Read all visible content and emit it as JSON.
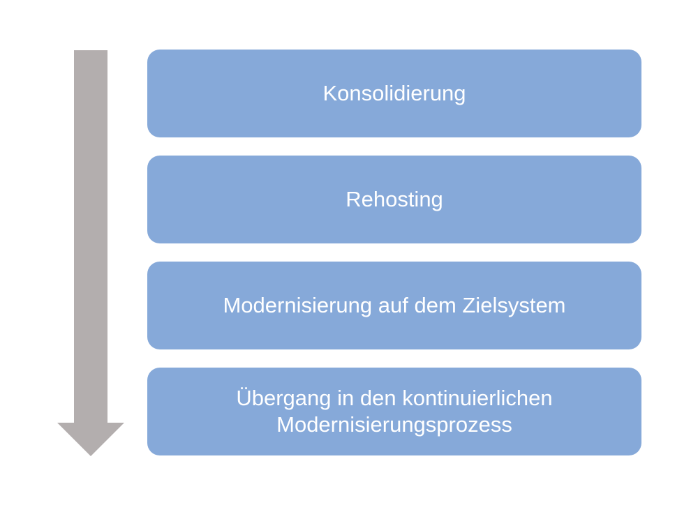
{
  "colors": {
    "box_fill": "#86a9d9",
    "box_text": "#ffffff",
    "arrow_fill": "#b3aeae",
    "background": "#ffffff"
  },
  "arrow": {
    "icon": "down-arrow-icon",
    "direction": "down"
  },
  "steps": [
    {
      "label": "Konsolidierung"
    },
    {
      "label": "Rehosting"
    },
    {
      "label": "Modernisierung auf dem Zielsystem"
    },
    {
      "label": "Übergang in den kontinuierlichen\nModernisierungsprozess"
    }
  ]
}
